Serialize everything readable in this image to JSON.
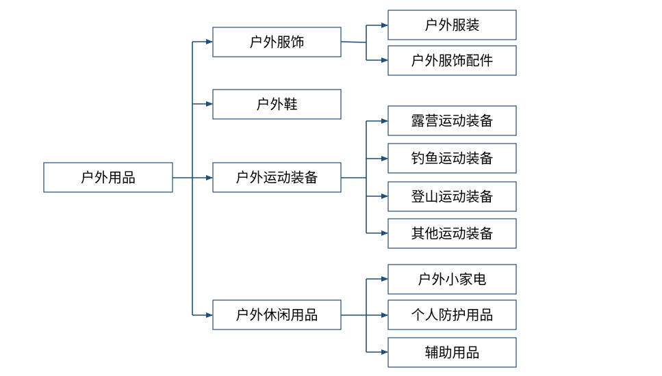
{
  "colors": {
    "line": "#1f4e79",
    "box_border": "#1f4e79",
    "box_fill": "#ffffff",
    "text": "#000000"
  },
  "root": {
    "label": "户外用品"
  },
  "categories": [
    {
      "label": "户外服饰",
      "children": [
        "户外服装",
        "户外服饰配件"
      ]
    },
    {
      "label": "户外鞋",
      "children": []
    },
    {
      "label": "户外运动装备",
      "children": [
        "露营运动装备",
        "钓鱼运动装备",
        "登山运动装备",
        "其他运动装备"
      ]
    },
    {
      "label": "户外休闲用品",
      "children": [
        "户外小家电",
        "个人防护用品",
        "辅助用品"
      ]
    }
  ]
}
